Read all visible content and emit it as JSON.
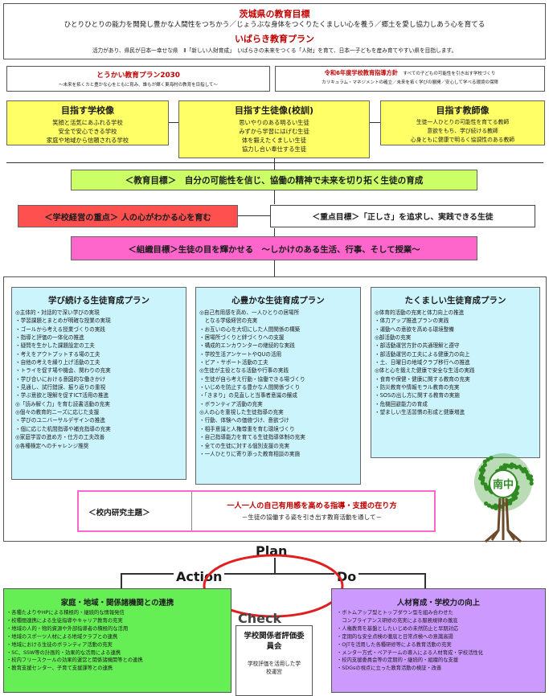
{
  "header": {
    "title": "茨城県の教育目標",
    "subtitle": "ひとりひとりの能力を開発し豊かな人間性をつちかう／じょうぶな身体をつくりたくましい心を養う／郷土を愛し協力しあう心を育てる",
    "plan_title": "いばらき教育プラン",
    "plan_note": "活力があり、県民が日本一幸せな県　Ⅱ「新しい人財育成」　いばらきの未来をつくる「人財」を育て、日本一子どもを産み育てやすい県を目指します。"
  },
  "plans": {
    "left_title": "とうかい教育プラン2030",
    "left_sub": "～未来を拓くカと豊かな心をともに育み、誰もが輝く東海村の教育を目指して～",
    "right_title": "令和6年度学校教育指導方針",
    "right_title_note": "すべての子どもの可能性を引き出す学校づくり",
    "right_sub": "カリキュラム・マネジメントの確立／未来を拓く学びの展開／安心して学べる環境の保障"
  },
  "vision": {
    "school_title": "目指す学校像",
    "school_lines": [
      "笑顔と活気にあふれる学校",
      "安全で安心できる学校",
      "家庭や地域から信頼される学校"
    ],
    "student_title": "目指す生徒像(校訓)",
    "student_lines": [
      "思いやりのある明るい生徒",
      "みずから学習にはげむ生徒",
      "体を鍛えたくましい生徒",
      "協力し合い奉仕する生徒"
    ],
    "teacher_title": "目指す教師像",
    "teacher_lines": [
      "生徒一人ひとりの可能性を育てる教師",
      "意欲をもち、学び続ける教師",
      "心身ともに健康で明るく協調性のある教師"
    ]
  },
  "goal": "＜教育目標＞　自分の可能性を信じ、協働の精神で未来を切り拓く生徒の育成",
  "focus": "＜学校経営の重点＞ 人の心がわかる心を育む",
  "priority": "＜重点目標＞「正しさ」を追求し、実践できる生徒",
  "org": "＜組織目標＞生徒の目を輝かせる　～しかけのある生活、行事、そして授業～",
  "learn": {
    "title": "学び続ける生徒育成プラン",
    "items": [
      "◎主体的・対話的で深い学びの実現",
      "・学習課題とまとめが明確な授業の実現",
      "・ゴールから考える授業づくりの実践",
      "・指導と評価の一体化の推進",
      "・疑問を生かした課題設定の工夫",
      "・考えをアウトプットする場の工夫",
      "・自他の考えを繰り上げ活動の工夫",
      "・トライを促す場や機会、関わりの充実",
      "・学び合いにおける意図的な働きかけ",
      "・見通し、試行錯誤、振り返りの重視",
      "・学ぶ意欲と理解を促すICT活用の推進",
      "◎「読み解く力」を育む読書活動の充実",
      "◎個々の教育的ニーズに応じた支援",
      "・学びのユニバーサルデザインの推進",
      "・個に応じた机間指導や補充指導の充実",
      "◎家庭学習の進め方・仕方の工夫改善",
      "◎各種検定へのチャレンジ推奨"
    ]
  },
  "heart": {
    "title": "心豊かな生徒育成プラン",
    "items": [
      "◎自己有用感を高め、一人ひとりの居場所",
      "　となる学級経営の充実",
      "・お互いの心を大切にした人間関係の構築",
      "・居場所づくりと絆づくりへの支援",
      "・構成的エンカウンターの継続的な実践",
      "・学校生活アンケートやQUの活用",
      "・ピア・サポート活動の工夫",
      "◎生徒が主役となる活動や行事の実践",
      "・生徒が自ら考え行動・協働できる場づくり",
      "・いじめを防止する豊かな人間関係づくり",
      "・「きまり」の見直しと当事者意識の醸成",
      "・ボランティア活動の充実",
      "◎人の心を重視した生徒指導の充実",
      "・行動、体験への価値づけ、意欲づけ",
      "・相手意識と人権尊重を育む環境づくり",
      "・自己指導能力を育てる生徒指導体制の充実",
      "・全ての生徒に対する個別支援の充実",
      "・一人ひとりに寄り添った教育相談の実施"
    ]
  },
  "strong": {
    "title": "たくましい生徒育成プラン",
    "items": [
      "◎体育的活動の充実と体力向上の推進",
      "・体力アップ推進プランの実践",
      "・運動への意欲を高める環境整備",
      "◎部活動の充実",
      "・部活動運営方針の共通理解と遵守",
      "・部活動運営の工夫による健康力の向上",
      "・土、日曜日の地域クラブ移行への推進",
      "◎体と心を鍛えた健康で安全な生活の実践",
      "・食育や保健・健康に関する教育の充実",
      "・防災教育や情報モラル教育の充実",
      "・SOSの出し方に関する教育の実施",
      "・危機回避能力の育成",
      "・望ましい生活習慣の形成と健康増進"
    ]
  },
  "research": {
    "label": "＜校内研究主題＞",
    "title": "一人一人の自己有用感を高める指導・支援の在り方",
    "sub": "－生徒の協働する姿を引き出す教育活動を通して－"
  },
  "cycle": {
    "plan": "Plan",
    "action": "Action",
    "do": "Do",
    "check": "Check"
  },
  "family": {
    "title": "家庭・地域・関係諸機関との連携",
    "items": [
      "・各種たよりやHPによる積極的・継続的な情報発信",
      "・校種間連携による生徒指導やキャリア教育の充実",
      "・地域の人的・物的資源や外部指導者の積極的な活用",
      "・地域のスポーツ人材による地域クラブとの連携",
      "・地域における生徒のボランティア活動の充実",
      "・SC、SSW等の計画的・効果的な活用による連携",
      "・校内フリースクールの効果的運営と関係諸機関等との連携",
      "・教育支援センター、子育て支援課等との連携"
    ]
  },
  "committee": {
    "title": "学校関係者評価委員会",
    "sub": "学校評価を活用した学校運営"
  },
  "hr": {
    "title": "人材育成・学校力の向上",
    "items": [
      "・ボトムアップ型とトップダウン型を組み合わせた",
      "　コンプライアンス研修の充実による服務規律の徹底",
      "・人権教育を基盤としたいじめの未然防止と早期対応",
      "・定期的な安全点検の徹底と日常点検への意識高揚",
      "・OJTを活用した各種研修等による教育活動の充実",
      "・メンター方式・ペアチームの導入による人材育成・学校活性化",
      "・校内支援委員会等の定期的・継続的・組織的な支援",
      "・SDGsの視点に立った教育活動の検証・改善"
    ]
  },
  "tree_logo": "南中",
  "colors": {
    "red_text": "#c00000",
    "yellow": "#ffff66",
    "green_band": "#ccff66",
    "red_band": "#ff5050",
    "pink_band": "#ff66cc",
    "cyan_plan": "#ccf4fc",
    "green_box": "#66ee55",
    "purple_box": "#cc99ff",
    "research_border": "#ff66cc"
  }
}
